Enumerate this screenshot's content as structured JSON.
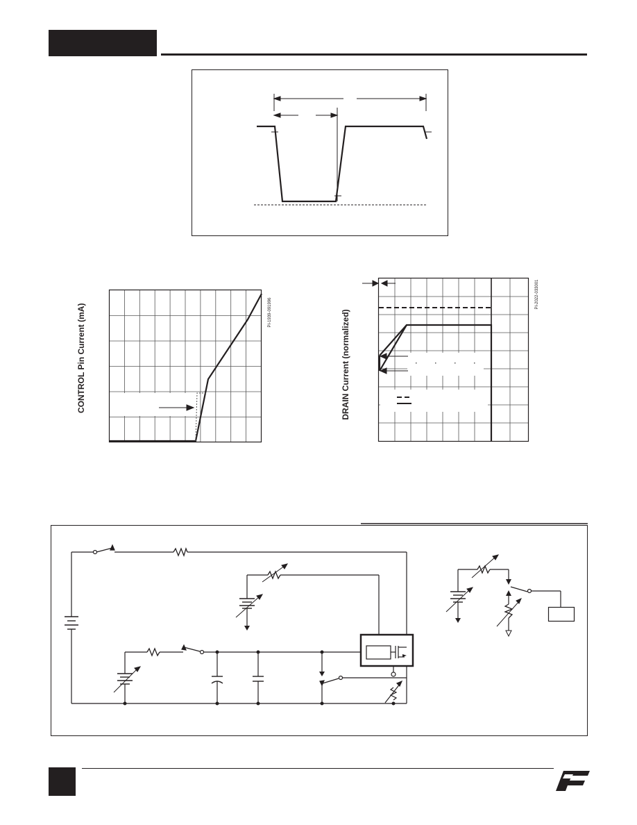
{
  "labels": {
    "control_pin_current": "CONTROL Pin Current (mA)",
    "drain_current": "DRAIN Current   (normalized)",
    "code_left": "PI-1939-091996",
    "code_right": "PI-2022-033001"
  },
  "colors": {
    "ink": "#231f20",
    "grid": "#555555",
    "background": "#ffffff"
  },
  "icons": {
    "logo": "power-integrations-logo-icon"
  }
}
